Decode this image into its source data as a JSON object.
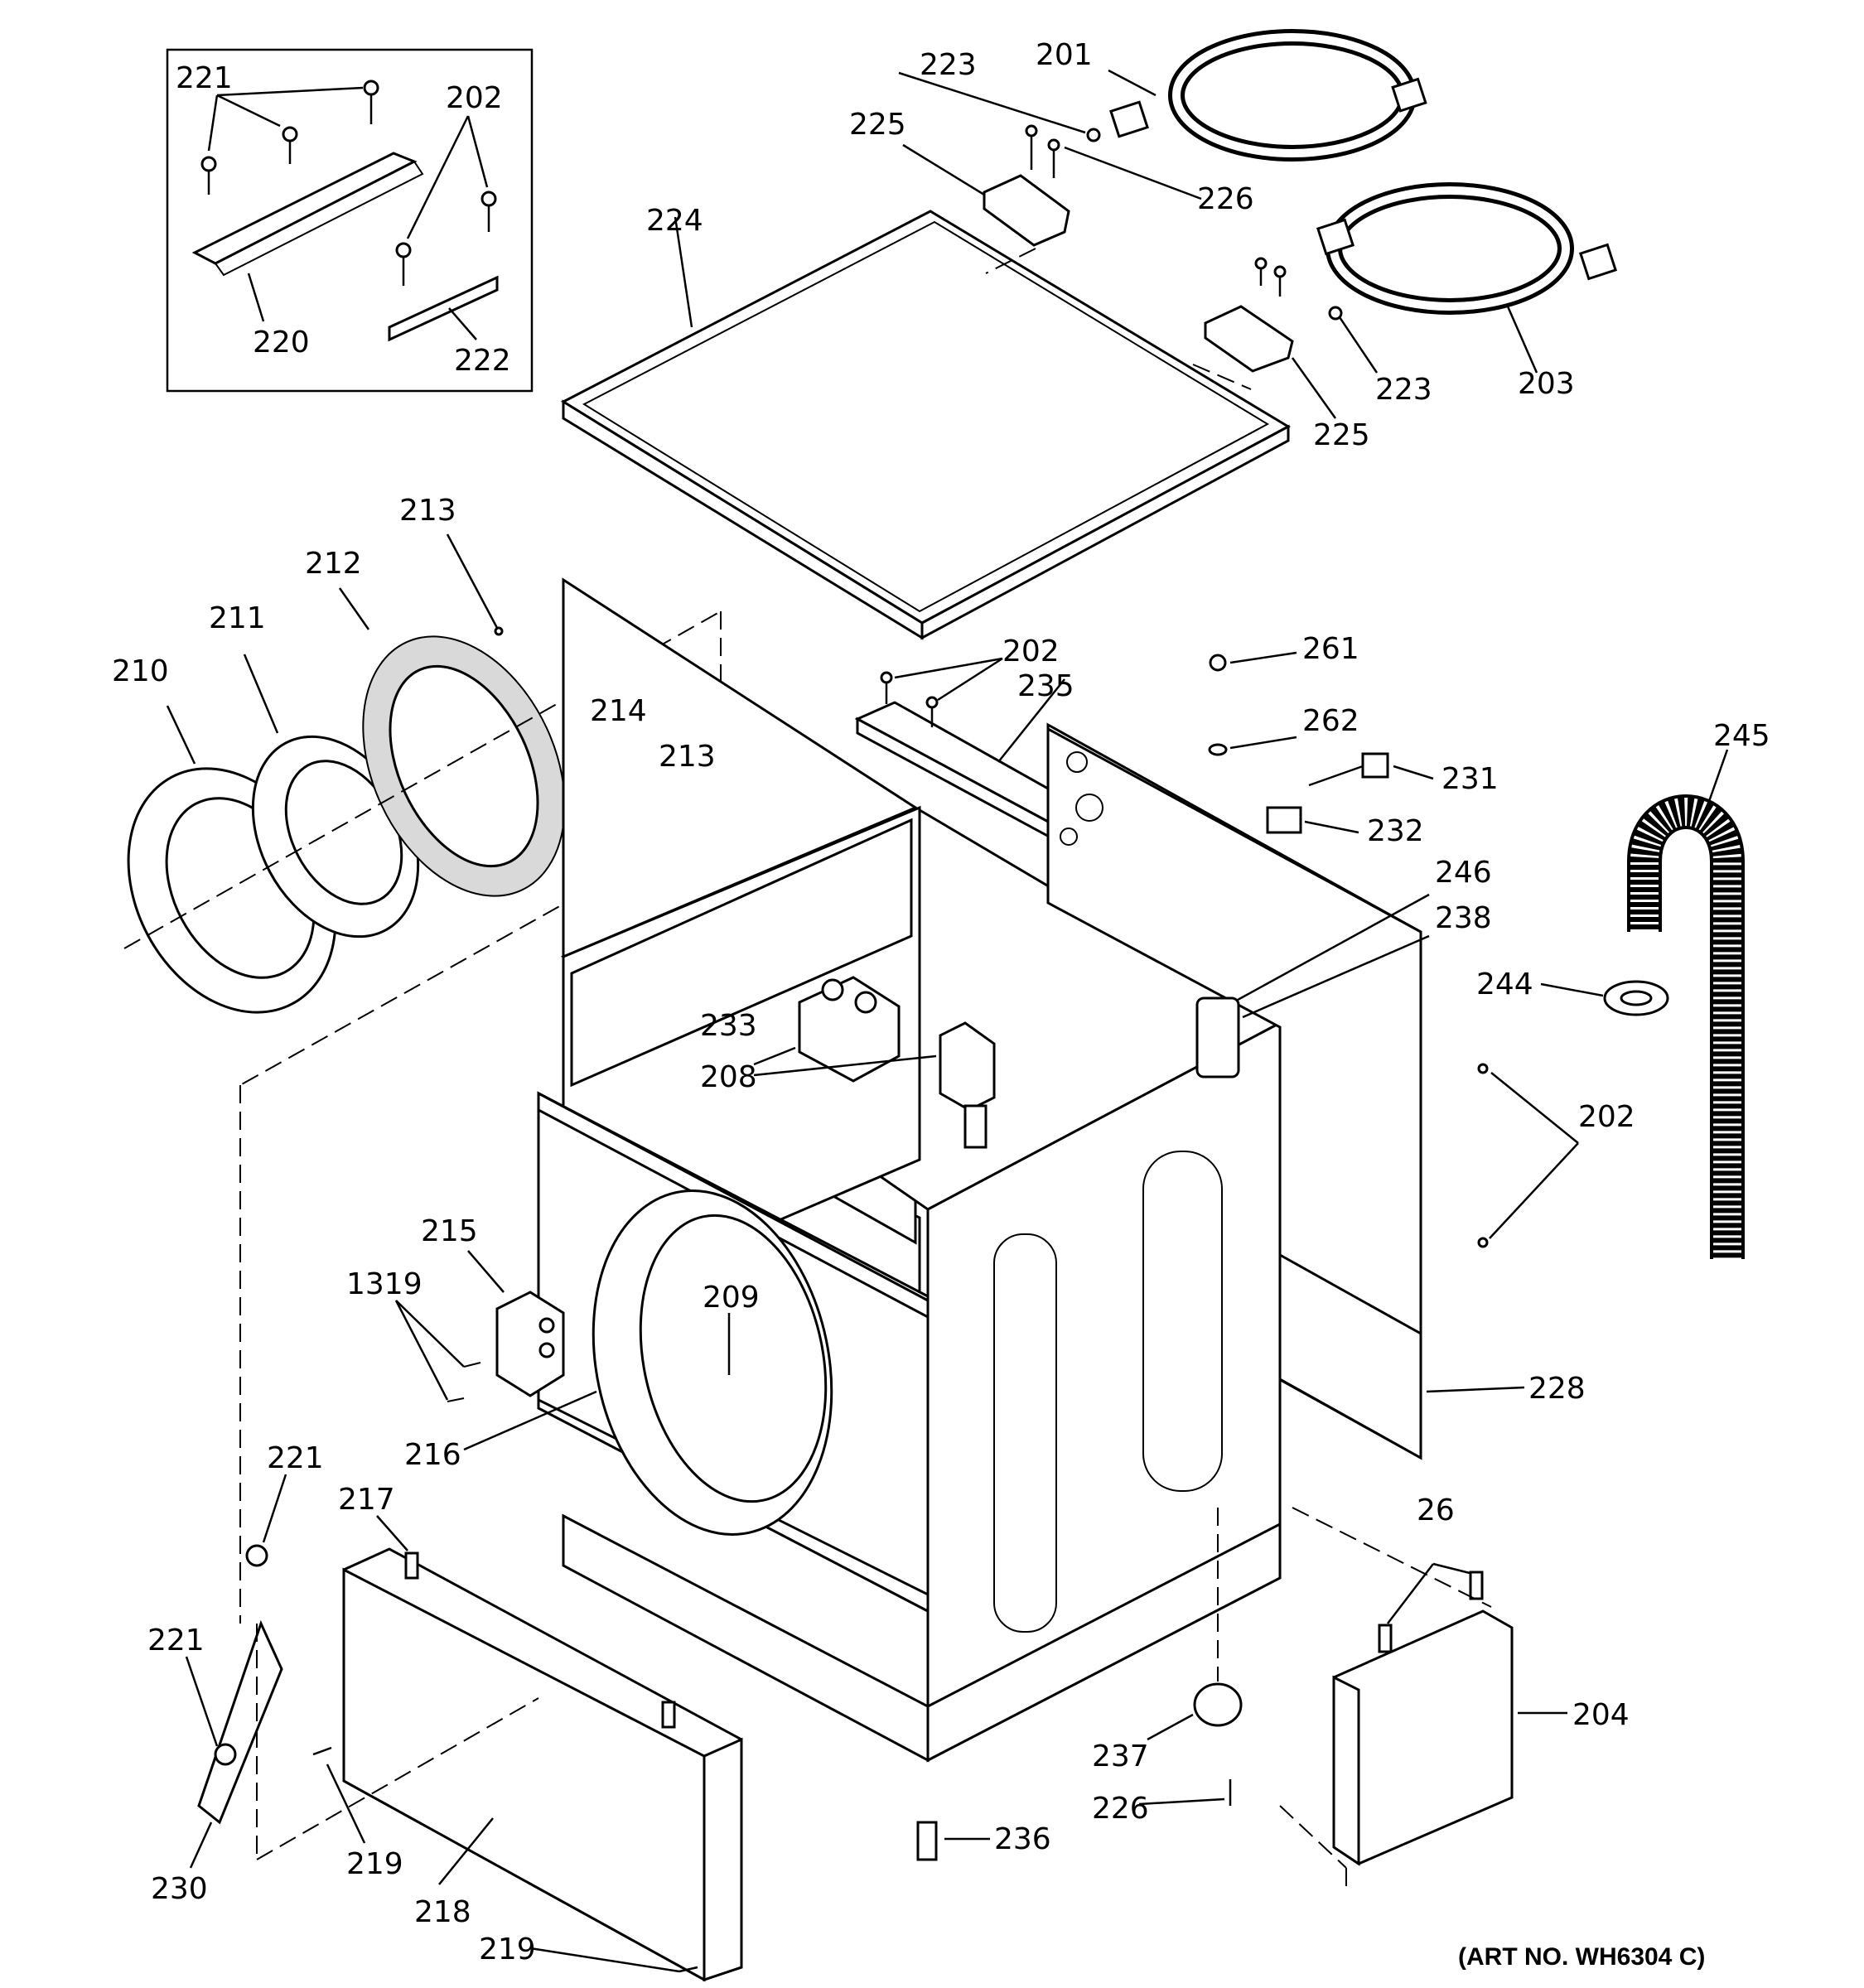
{
  "art_number": "(ART NO. WH6304 C)",
  "callouts": {
    "c201": "201",
    "c202_inset": "202",
    "c202_top": "202",
    "c202_right": "202",
    "c203": "203",
    "c204": "204",
    "c208": "208",
    "c209": "209",
    "c210": "210",
    "c211": "211",
    "c212": "212",
    "c213_top": "213",
    "c213_mid": "213",
    "c214": "214",
    "c215": "215",
    "c216": "216",
    "c217": "217",
    "c218": "218",
    "c219_a": "219",
    "c219_b": "219",
    "c220": "220",
    "c221_inset": "221",
    "c221_a": "221",
    "c221_b": "221",
    "c222": "222",
    "c223_a": "223",
    "c223_b": "223",
    "c224": "224",
    "c225_a": "225",
    "c225_b": "225",
    "c226_a": "226",
    "c226_b": "226",
    "c228": "228",
    "c230": "230",
    "c231": "231",
    "c232": "232",
    "c233": "233",
    "c235": "235",
    "c236": "236",
    "c237": "237",
    "c238": "238",
    "c244": "244",
    "c245": "245",
    "c246": "246",
    "c261": "261",
    "c262": "262",
    "c1319": "1319",
    "c26": "26"
  }
}
